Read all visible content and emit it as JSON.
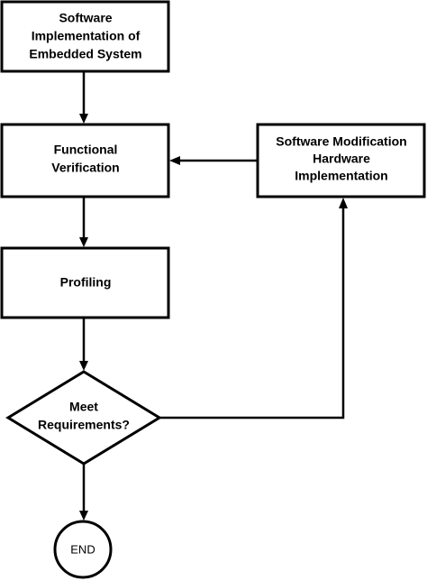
{
  "nodes": {
    "software_implementation": {
      "line1": "Software",
      "line2": "Implementation of",
      "line3": "Embedded System"
    },
    "functional_verification": {
      "line1": "Functional",
      "line2": "Verification"
    },
    "software_modification": {
      "line1": "Software Modification",
      "line2": "Hardware",
      "line3": "Implementation"
    },
    "profiling": {
      "line1": "Profiling"
    },
    "meet_requirements": {
      "line1": "Meet",
      "line2": "Requirements?"
    },
    "end": {
      "line1": "END"
    }
  },
  "colors": {
    "stroke": "#000000",
    "background": "#ffffff"
  }
}
